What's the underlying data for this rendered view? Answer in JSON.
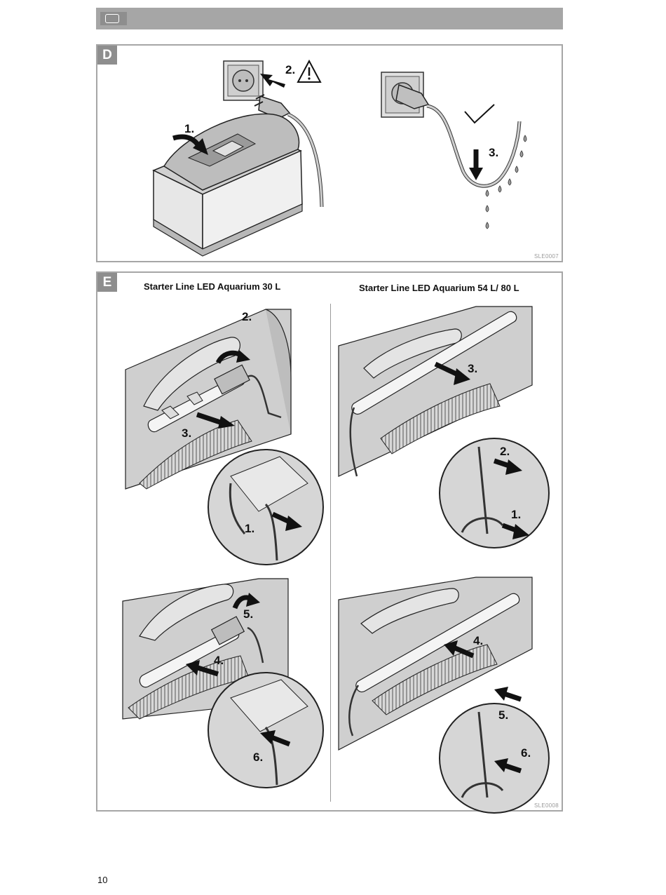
{
  "header": {
    "flag_icon": "language-flag-icon"
  },
  "panel_d": {
    "letter": "D",
    "code": "SLE0007",
    "steps": {
      "s1": "1.",
      "s2": "2.",
      "s3": "3."
    },
    "icons": [
      "warning-triangle-icon",
      "checkmark-icon",
      "water-drop-icon"
    ]
  },
  "panel_e": {
    "letter": "E",
    "code": "SLE0008",
    "titles": {
      "left": "Starter Line LED Aquarium 30 L",
      "right": "Starter Line LED Aquarium 54 L/ 80 L"
    },
    "steps": {
      "s1": "1.",
      "s2": "2.",
      "s3": "3.",
      "s4": "4.",
      "s5": "5.",
      "s6": "6."
    }
  },
  "footer": {
    "page_number": "10"
  }
}
